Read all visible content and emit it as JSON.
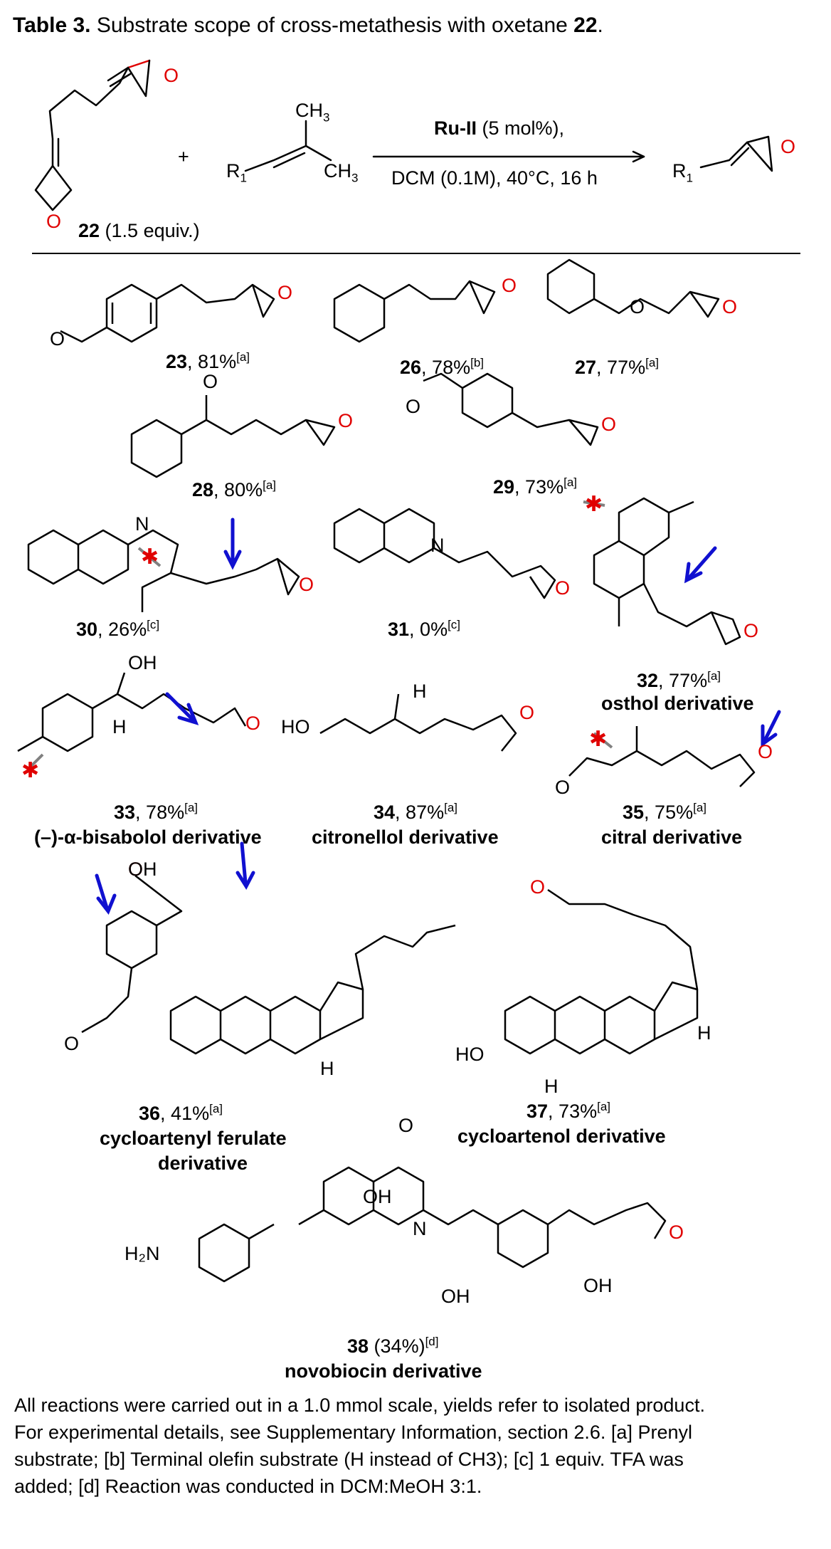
{
  "table": {
    "title_bold": "Table 3.",
    "title_text": " Substrate scope of cross-metathesis with oxetane ",
    "title_num": "22",
    "title_end": "."
  },
  "scheme": {
    "reagent_label_num": "22",
    "reagent_label_text": " (1.5 equiv.)",
    "plus": "+",
    "catalyst_bold": "Ru-II",
    "catalyst_text": " (5 mol%),",
    "conditions": "DCM (0.1M), 40°C, 16 h",
    "r1": "R",
    "r1_sub": "1",
    "ch3": "CH",
    "ch3_sub": "3"
  },
  "compounds": [
    {
      "num": "23",
      "yield": ", 81%",
      "note": "[a]",
      "name": ""
    },
    {
      "num": "26",
      "yield": ", 78%",
      "note": "[b]",
      "name": ""
    },
    {
      "num": "27",
      "yield": ", 77%",
      "note": "[a]",
      "name": ""
    },
    {
      "num": "28",
      "yield": ", 80%",
      "note": "[a]",
      "name": ""
    },
    {
      "num": "29",
      "yield": ", 73%",
      "note": "[a]",
      "name": ""
    },
    {
      "num": "30",
      "yield": ", 26%",
      "note": "[c]",
      "name": ""
    },
    {
      "num": "31",
      "yield": ", 0%",
      "note": "[c]",
      "name": ""
    },
    {
      "num": "32",
      "yield": ", 77%",
      "note": "[a]",
      "name": "osthol derivative"
    },
    {
      "num": "33",
      "yield": ", 78%",
      "note": "[a]",
      "name": "(–)-α-bisabolol derivative"
    },
    {
      "num": "34",
      "yield": ", 87%",
      "note": "[a]",
      "name": "citronellol derivative"
    },
    {
      "num": "35",
      "yield": ", 75%",
      "note": "[a]",
      "name": "citral derivative"
    },
    {
      "num": "36",
      "yield": ", 41%",
      "note": "[a]",
      "name": "cycloartenyl ferulate",
      "name2": "derivative"
    },
    {
      "num": "37",
      "yield": ", 73%",
      "note": "[a]",
      "name": "cycloartenol derivative"
    },
    {
      "num": "38",
      "yield": " (34%)",
      "note": "[d]",
      "name": "novobiocin derivative"
    }
  ],
  "atoms": {
    "O": "O",
    "N": "N",
    "H": "H",
    "OH": "OH",
    "HO": "HO",
    "H2N": "H",
    "H2N_sub": "2",
    "H2N_end": "N"
  },
  "footnote": {
    "line1": "All reactions were carried out in a 1.0 mmol scale, yields refer to isolated product.",
    "line2": "For experimental details, see Supplementary Information, section 2.6. [a] Prenyl",
    "line3": "substrate; [b] Terminal olefin substrate (H instead of CH3); [c] 1 equiv. TFA was",
    "line4": "added; [d] Reaction was conducted in DCM:MeOH 3:1."
  },
  "colors": {
    "oxygen": "#e00000",
    "arrow": "#1010d0",
    "cross": "#e00000",
    "grey_arrow": "#808080"
  }
}
